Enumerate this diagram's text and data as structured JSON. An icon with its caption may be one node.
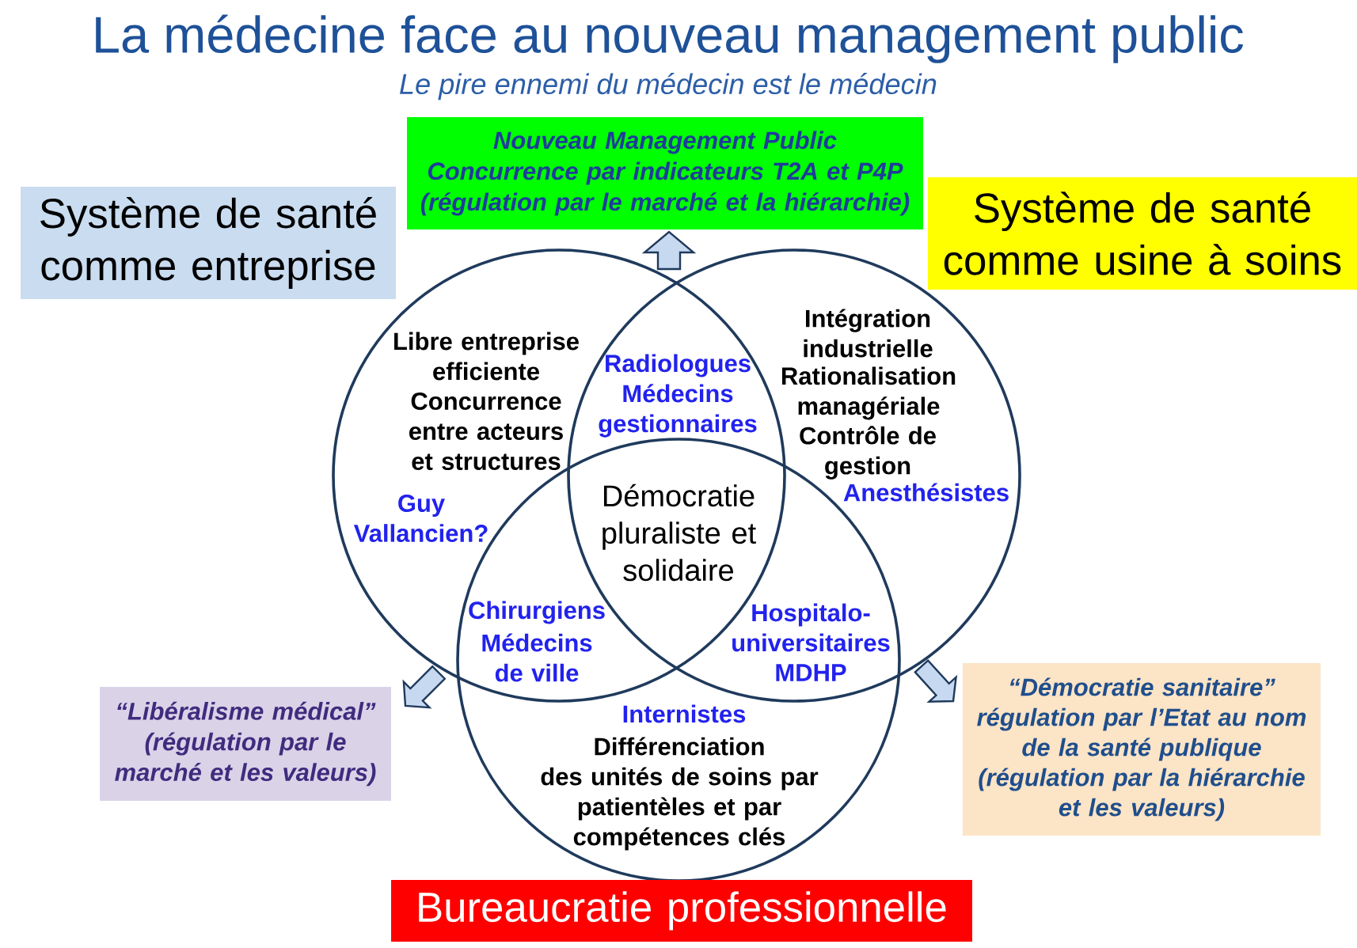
{
  "diagram": {
    "title": "La médecine face au nouveau management public",
    "nodes": [
      {
        "text": [
          "Nouveau Management Public",
          "Concurrence par indicateurs T2A et P4P",
          "(régulation par le marché et la hiérarchie)"
        ]
      },
      {
        "text": [
          "Système de santé comme entreprise"
        ]
      },
      {
        "text": [
          "Système de santé comme usine à soins"
        ]
      },
      {
        "text": [
          "Libre entreprise efficiente",
          "Concurrence entre acteurs et structures",
          "Guy Vallancien?"
        ]
      },
      {
        "text": [
          "Intégration industrielle",
          "Rationalisation managériale",
          "Contrôle de gestion",
          "Anesthésistes"
        ]
      },
      {
        "text": [
          "Internistes",
          "Différenciation des unités de soins par patientèles et par compétences clés"
        ]
      },
      {
        "text": [
          "“Libéralisme médical”",
          "(régulation par le marché et les valeurs)"
        ]
      },
      {
        "text": [
          "“Démocratie sanitaire”",
          "régulation par l’Etat au nom de la santé publique",
          "(régulation par la hiérarchie et les valeurs)"
        ]
      },
      {
        "text": [
          "Bureaucratie professionnelle"
        ]
      }
    ],
    "edges": [
      {
        "from": null,
        "to": 0,
        "arrow": "to"
      },
      {
        "from": null,
        "to": 6,
        "arrow": "to"
      },
      {
        "from": null,
        "to": 7,
        "arrow": "to"
      }
    ],
    "labels": [
      "Le pire ennemi du médecin est le médecin",
      "Radiologues",
      "Médecins gestionnaires",
      "Démocratie pluraliste et solidaire",
      "Chirurgiens",
      "Médecins de ville",
      "Hospitalo-universitaires",
      "MDHP"
    ]
  }
}
